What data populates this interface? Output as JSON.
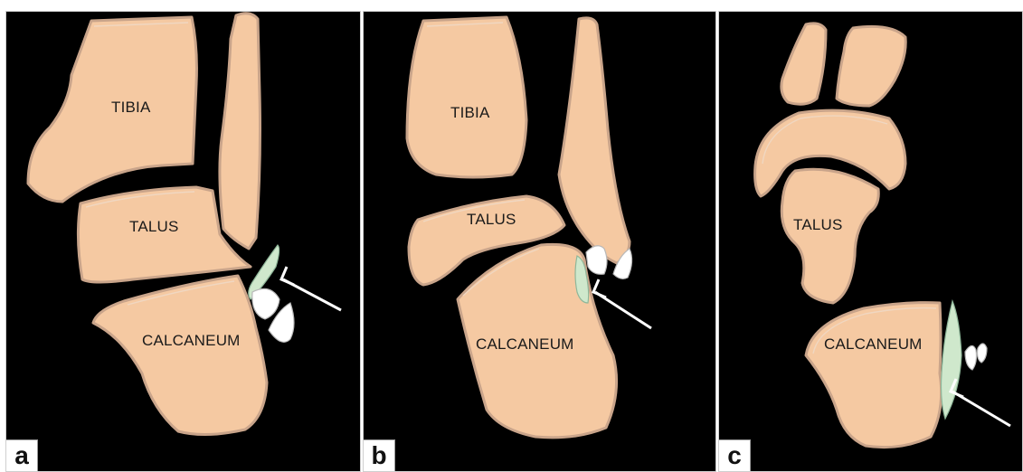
{
  "colors": {
    "background": "#000000",
    "bone_fill": "#f5c9a2",
    "bone_outline": "#c9a48a",
    "ligament": "#cfe8cc",
    "ossicle": "#ffffff",
    "arrow": "#ffffff"
  },
  "panels": [
    {
      "letter": "a",
      "labels": {
        "tibia": "TIBIA",
        "talus": "TALUS",
        "calcaneum": "CALCANEUM"
      }
    },
    {
      "letter": "b",
      "labels": {
        "tibia": "TIBIA",
        "talus": "TALUS",
        "calcaneum": "CALCANEUM"
      }
    },
    {
      "letter": "c",
      "labels": {
        "talus": "TALUS",
        "calcaneum": "CALCANEUM"
      }
    }
  ]
}
